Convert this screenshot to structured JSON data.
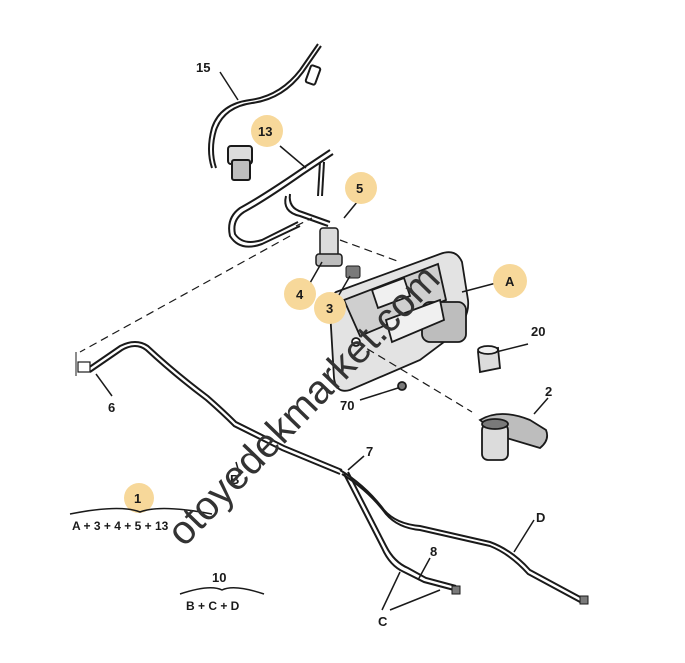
{
  "watermark": "otoyedekmarket.com",
  "colors": {
    "highlight": "#f7d89a",
    "line": "#1a1a1a",
    "part_fill": "#dcdcdc",
    "part_dark": "#7a7a7a"
  },
  "callouts": {
    "p15": "15",
    "p13": "13",
    "p5": "5",
    "pA": "A",
    "p4": "4",
    "p3": "3",
    "p20": "20",
    "p2": "2",
    "p70": "70",
    "p6": "6",
    "p7": "7",
    "pB": "B",
    "pD": "D",
    "p8": "8",
    "pC": "C"
  },
  "groups": {
    "g1_number": "1",
    "g1_formula": "A + 3 + 4 + 5 + 13",
    "g10_number": "10",
    "g10_formula": "B + C + D"
  }
}
